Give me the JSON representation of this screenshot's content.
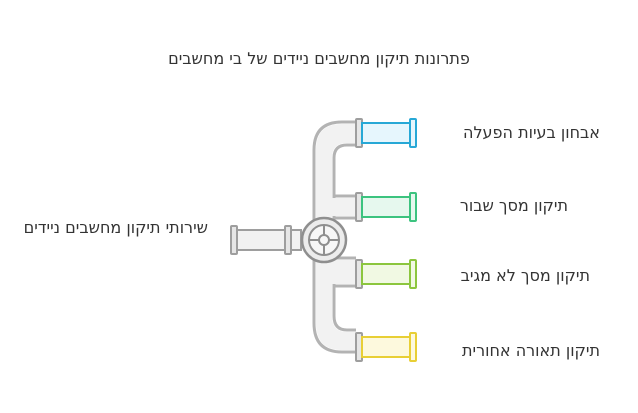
{
  "diagram": {
    "title": "פתרונות תיקון מחשבים ניידים של בי מחשבים",
    "source_label": "שירותי תיקון מחשבים ניידים",
    "branches": [
      {
        "label": "אבחון בעיות הפעלה",
        "color": "#27a8d6",
        "fill": "#e6f6fd"
      },
      {
        "label": "תיקון מסך שבור",
        "color": "#3cc37f",
        "fill": "#e6f8ee"
      },
      {
        "label": "תיקון מסך לא מגיב",
        "color": "#8cc63e",
        "fill": "#f1f9e3"
      },
      {
        "label": "תיקון תאורה אחורית",
        "color": "#e8cf35",
        "fill": "#fdf9dd"
      }
    ]
  }
}
